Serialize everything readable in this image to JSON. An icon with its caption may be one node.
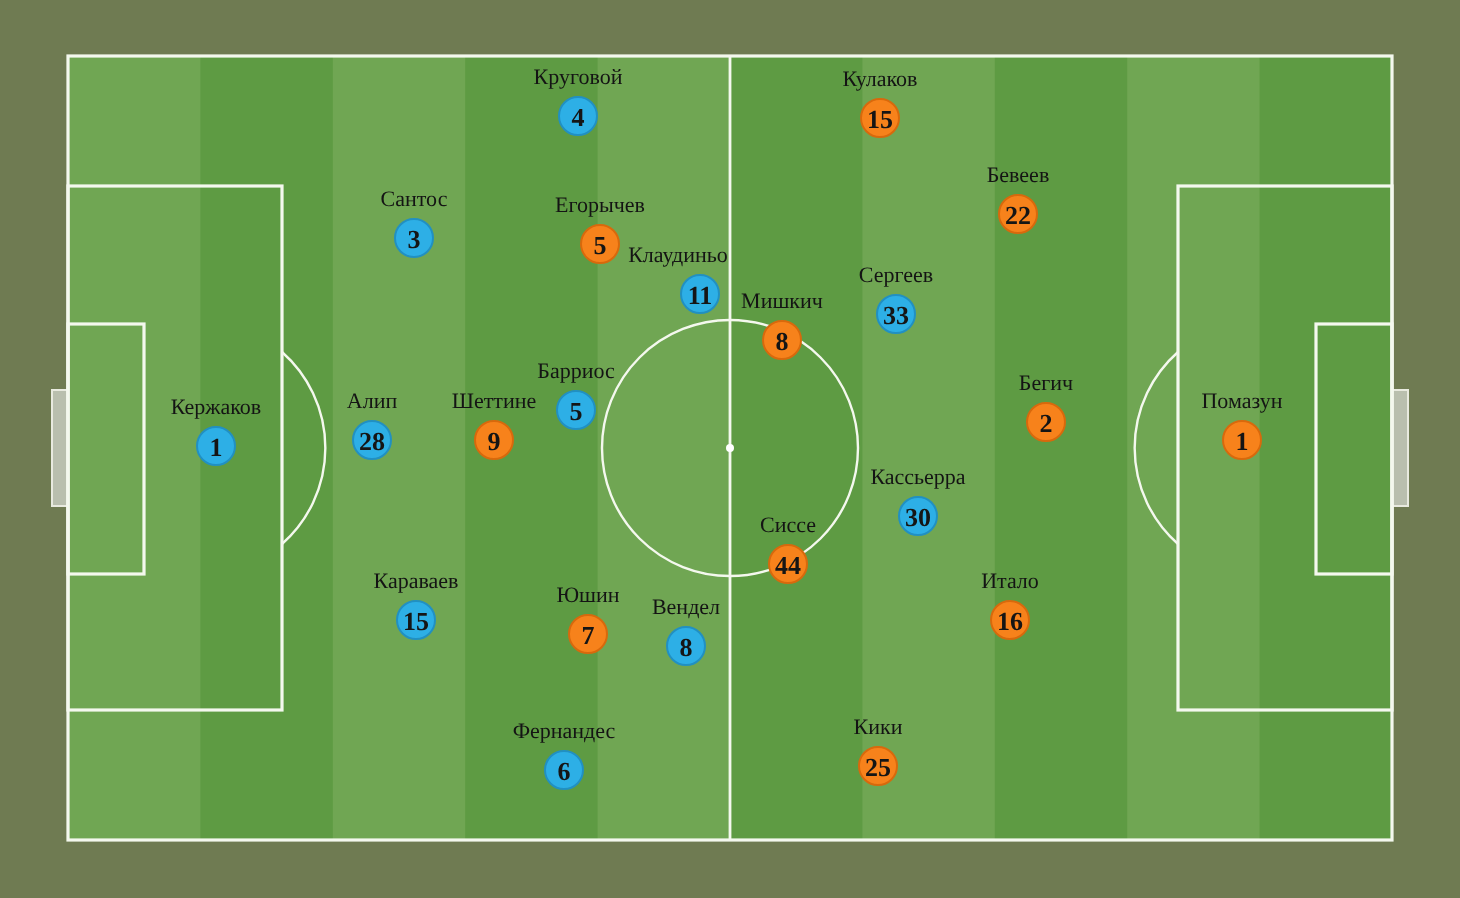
{
  "diagram": {
    "nodes": [
      {
        "text": [
          "4"
        ],
        "beside": [
          "Круговой"
        ]
      },
      {
        "text": [
          "15"
        ],
        "beside": [
          "Кулаков"
        ]
      },
      {
        "text": [
          "22"
        ],
        "beside": [
          "Бевеев"
        ]
      },
      {
        "text": [
          "3"
        ],
        "beside": [
          "Сантос"
        ]
      },
      {
        "text": [
          "5"
        ],
        "beside": [
          "Егорычев"
        ]
      },
      {
        "text": [
          "11"
        ],
        "beside": [
          "Клаудиньо"
        ]
      },
      {
        "text": [
          "33"
        ],
        "beside": [
          "Сергеев"
        ]
      },
      {
        "text": [
          "8"
        ],
        "beside": [
          "Мишкич"
        ]
      },
      {
        "text": [
          "5"
        ],
        "beside": [
          "Барриос"
        ]
      },
      {
        "text": [
          "2"
        ],
        "beside": [
          "Бегич"
        ]
      },
      {
        "text": [
          "1"
        ],
        "beside": [
          "Кержаков"
        ]
      },
      {
        "text": [
          "28"
        ],
        "beside": [
          "Алип"
        ]
      },
      {
        "text": [
          "9"
        ],
        "beside": [
          "Шеттине"
        ]
      },
      {
        "text": [
          "1"
        ],
        "beside": [
          "Помазун"
        ]
      },
      {
        "text": [
          "30"
        ],
        "beside": [
          "Кассьерра"
        ]
      },
      {
        "text": [
          "44"
        ],
        "beside": [
          "Сиссе"
        ]
      },
      {
        "text": [
          "15"
        ],
        "beside": [
          "Караваев"
        ]
      },
      {
        "text": [
          "7"
        ],
        "beside": [
          "Юшин"
        ]
      },
      {
        "text": [
          "8"
        ],
        "beside": [
          "Вендел"
        ]
      },
      {
        "text": [
          "16"
        ],
        "beside": [
          "Итало"
        ]
      },
      {
        "text": [
          "6"
        ],
        "beside": [
          "Фернандес"
        ]
      },
      {
        "text": [
          "25"
        ],
        "beside": [
          "Кики"
        ]
      }
    ]
  }
}
